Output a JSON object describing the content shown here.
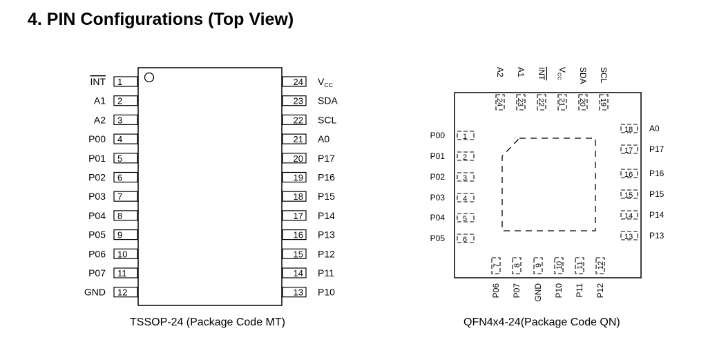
{
  "heading": "4. PIN Configurations (Top View)",
  "tssop": {
    "caption": "TSSOP-24 (Package Code MT)",
    "left_pins": [
      {
        "num": "1",
        "name": "INT",
        "overline": true
      },
      {
        "num": "2",
        "name": "A1"
      },
      {
        "num": "3",
        "name": "A2"
      },
      {
        "num": "4",
        "name": "P00"
      },
      {
        "num": "5",
        "name": "P01"
      },
      {
        "num": "6",
        "name": "P02"
      },
      {
        "num": "7",
        "name": "P03"
      },
      {
        "num": "8",
        "name": "P04"
      },
      {
        "num": "9",
        "name": "P05"
      },
      {
        "num": "10",
        "name": "P06"
      },
      {
        "num": "11",
        "name": "P07"
      },
      {
        "num": "12",
        "name": "GND"
      }
    ],
    "right_pins": [
      {
        "num": "24",
        "name": "V",
        "sub": "CC"
      },
      {
        "num": "23",
        "name": "SDA"
      },
      {
        "num": "22",
        "name": "SCL"
      },
      {
        "num": "21",
        "name": "A0"
      },
      {
        "num": "20",
        "name": "P17"
      },
      {
        "num": "19",
        "name": "P16"
      },
      {
        "num": "18",
        "name": "P15"
      },
      {
        "num": "17",
        "name": "P14"
      },
      {
        "num": "16",
        "name": "P13"
      },
      {
        "num": "15",
        "name": "P12"
      },
      {
        "num": "14",
        "name": "P11"
      },
      {
        "num": "13",
        "name": "P10"
      }
    ]
  },
  "qfn": {
    "caption": "QFN4x4-24(Package Code QN)",
    "top_pins": [
      {
        "num": "24",
        "name": "A2"
      },
      {
        "num": "23",
        "name": "A1"
      },
      {
        "num": "22",
        "name": "INT",
        "overline": true
      },
      {
        "num": "21",
        "name": "V",
        "sub": "CC"
      },
      {
        "num": "20",
        "name": "SDA"
      },
      {
        "num": "19",
        "name": "SCL"
      }
    ],
    "left_pins": [
      {
        "num": "1",
        "name": "P00"
      },
      {
        "num": "2",
        "name": "P01"
      },
      {
        "num": "3",
        "name": "P02"
      },
      {
        "num": "4",
        "name": "P03"
      },
      {
        "num": "5",
        "name": "P04"
      },
      {
        "num": "6",
        "name": "P05"
      }
    ],
    "right_pins": [
      {
        "num": "18",
        "name": "A0"
      },
      {
        "num": "17",
        "name": "P17"
      },
      {
        "num": "16",
        "name": "P16"
      },
      {
        "num": "15",
        "name": "P15"
      },
      {
        "num": "14",
        "name": "P14"
      },
      {
        "num": "13",
        "name": "P13"
      }
    ],
    "bottom_pins": [
      {
        "num": "7",
        "name": "P06"
      },
      {
        "num": "8",
        "name": "P07"
      },
      {
        "num": "9",
        "name": "GND"
      },
      {
        "num": "10",
        "name": "P10"
      },
      {
        "num": "11",
        "name": "P11"
      },
      {
        "num": "12",
        "name": "P12"
      }
    ]
  }
}
